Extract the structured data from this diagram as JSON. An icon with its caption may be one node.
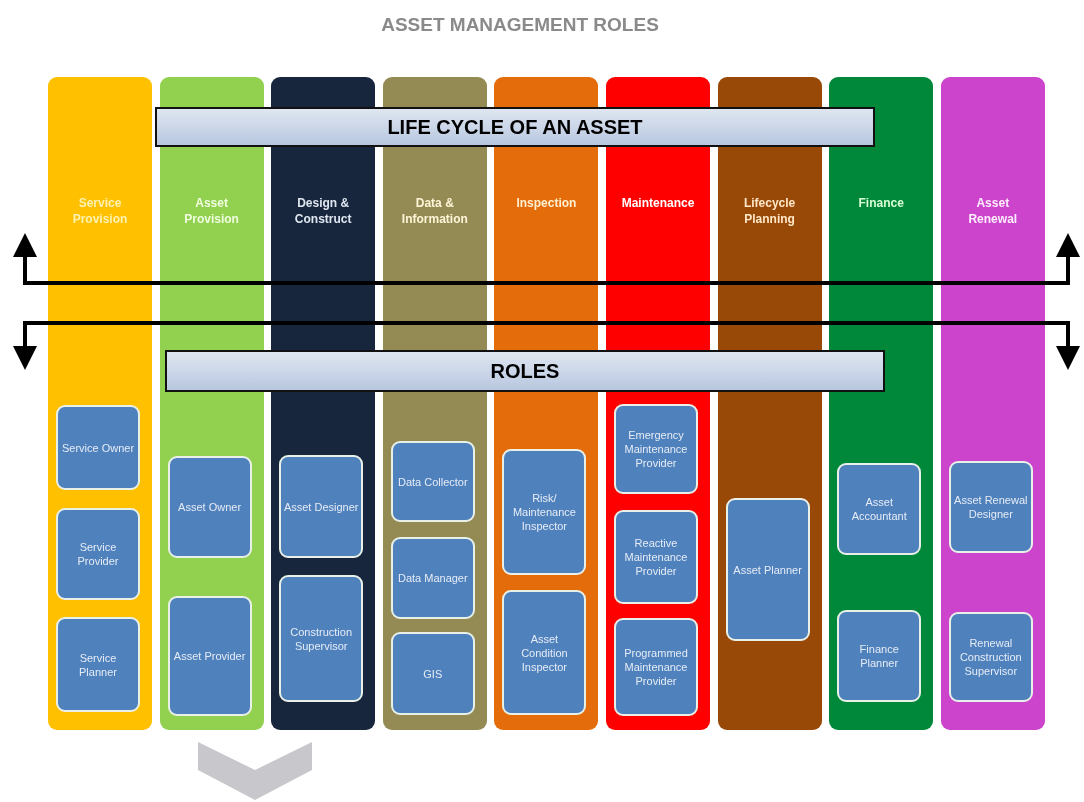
{
  "diagram": {
    "title": "ASSET MANAGEMENT ROLES",
    "nodes": [
      {
        "text": [
          "Service Provision"
        ]
      },
      {
        "text": [
          "Service Owner"
        ],
        "in": 0
      },
      {
        "text": [
          "Service Provider"
        ],
        "in": 0
      },
      {
        "text": [
          "Service Planner"
        ],
        "in": 0
      },
      {
        "text": [
          "Asset Provision"
        ]
      },
      {
        "text": [
          "Asset Owner"
        ],
        "in": 4
      },
      {
        "text": [
          "Asset Provider"
        ],
        "in": 4
      },
      {
        "text": [
          "Design & Construct"
        ]
      },
      {
        "text": [
          "Asset Designer"
        ],
        "in": 7
      },
      {
        "text": [
          "Construction Supervisor"
        ],
        "in": 7
      },
      {
        "text": [
          "Data & Information"
        ]
      },
      {
        "text": [
          "Data Collector"
        ],
        "in": 10
      },
      {
        "text": [
          "Data Manager"
        ],
        "in": 10
      },
      {
        "text": [
          "GIS"
        ],
        "in": 10
      },
      {
        "text": [
          "Inspection"
        ]
      },
      {
        "text": [
          "Risk/ Maintenance Inspector"
        ],
        "in": 14
      },
      {
        "text": [
          "Asset Condition Inspector"
        ],
        "in": 14
      },
      {
        "text": [
          "Maintenance"
        ]
      },
      {
        "text": [
          "Emergency Maintenance Provider"
        ],
        "in": 17
      },
      {
        "text": [
          "Reactive Maintenance Provider"
        ],
        "in": 17
      },
      {
        "text": [
          "Programmed Maintenance Provider"
        ],
        "in": 17
      },
      {
        "text": [
          "Lifecycle Planning"
        ]
      },
      {
        "text": [
          "Asset Planner"
        ],
        "in": 21
      },
      {
        "text": [
          "Finance"
        ]
      },
      {
        "text": [
          "Asset Accountant"
        ],
        "in": 23
      },
      {
        "text": [
          "Finance Planner"
        ],
        "in": 23
      },
      {
        "text": [
          "Asset Renewal"
        ]
      },
      {
        "text": [
          "Asset Renewal Designer"
        ],
        "in": 26
      },
      {
        "text": [
          "Renewal Construction Supervisor"
        ],
        "in": 26
      },
      {
        "text": [
          "LIFE CYCLE OF AN ASSET"
        ]
      },
      {
        "text": [
          "ROLES"
        ]
      }
    ],
    "edges": [
      {
        "from": 0,
        "to": 26,
        "arrow": "both"
      },
      {
        "from": 0,
        "to": 26,
        "arrow": "both"
      }
    ]
  }
}
